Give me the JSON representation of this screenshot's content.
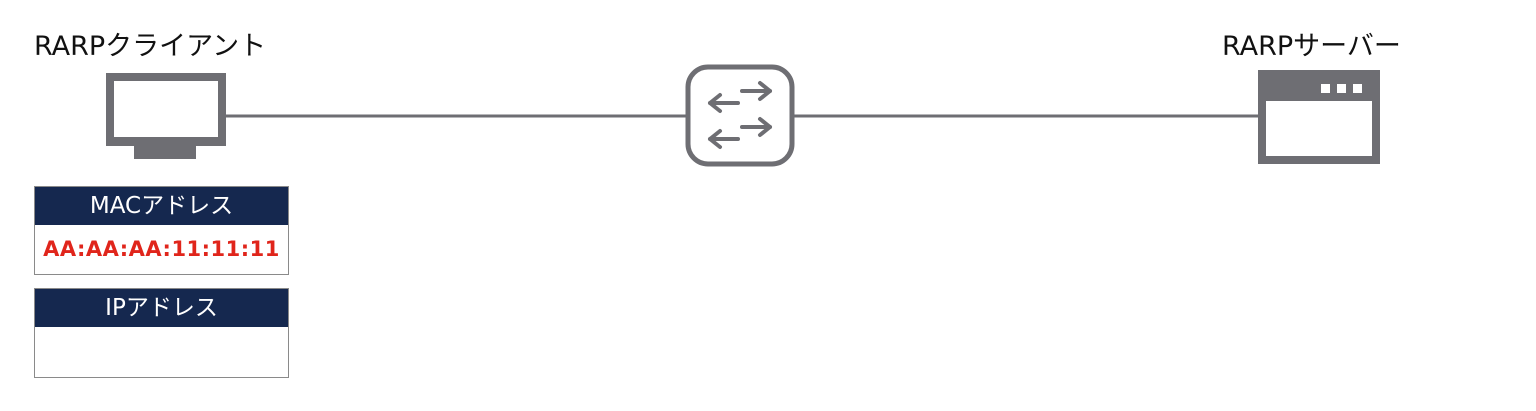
{
  "client": {
    "label": "RARPクライアント",
    "mac_header": "MACアドレス",
    "mac_value": "AA:AA:AA:11:11:11",
    "ip_header": "IPアドレス",
    "ip_value": ""
  },
  "switch": {
    "icon": "switch-icon"
  },
  "server": {
    "label": "RARPサーバー",
    "icon": "server-icon"
  },
  "colors": {
    "icon_gray": "#6e6e73",
    "header_navy": "#15284f",
    "value_red": "#e0251b"
  }
}
